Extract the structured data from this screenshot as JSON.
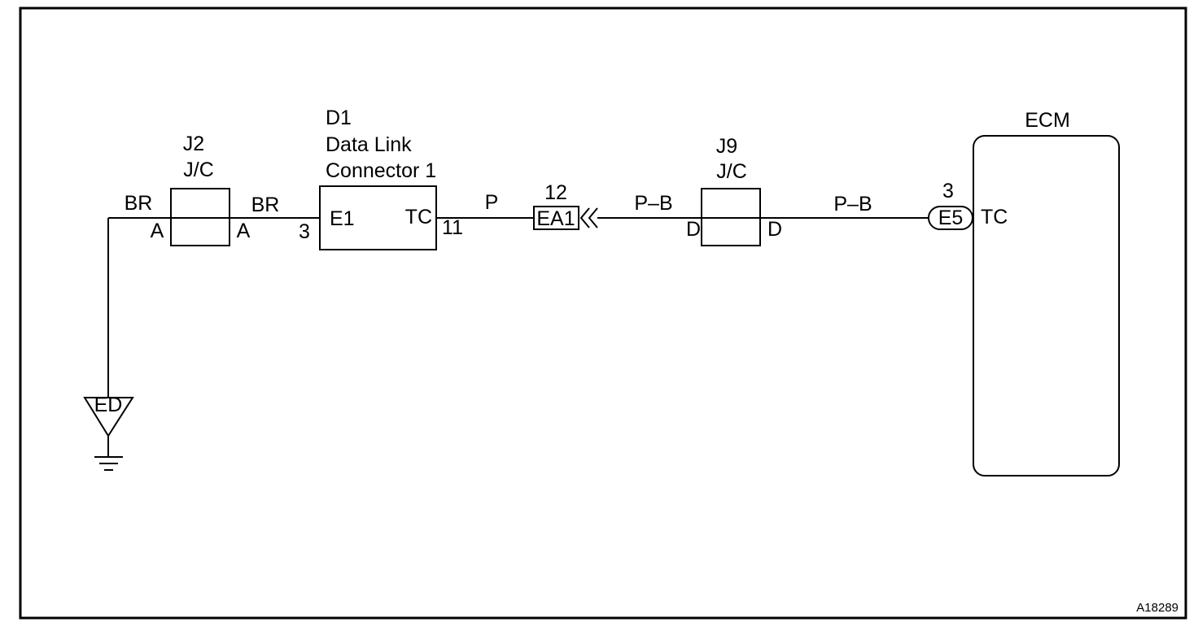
{
  "figure_id": "A18289",
  "components": {
    "j2": {
      "id": "J2",
      "type": "J/C",
      "pin_left": "A",
      "pin_right": "A"
    },
    "d1": {
      "id": "D1",
      "name_line1": "Data Link",
      "name_line2": "Connector 1",
      "pin_left_label": "E1",
      "pin_left_num": "3",
      "pin_right_label": "TC",
      "pin_right_num": "11"
    },
    "ea1": {
      "id": "EA1",
      "pin_num": "12"
    },
    "j9": {
      "id": "J9",
      "type": "J/C",
      "pin_left": "D",
      "pin_right": "D"
    },
    "ecm": {
      "name": "ECM",
      "connector": "E5",
      "pin_num": "3",
      "pin_label": "TC"
    },
    "ground": {
      "id": "ED"
    }
  },
  "wires": {
    "w1": "BR",
    "w2": "BR",
    "w3": "P",
    "w4": "P–B",
    "w5": "P–B"
  }
}
